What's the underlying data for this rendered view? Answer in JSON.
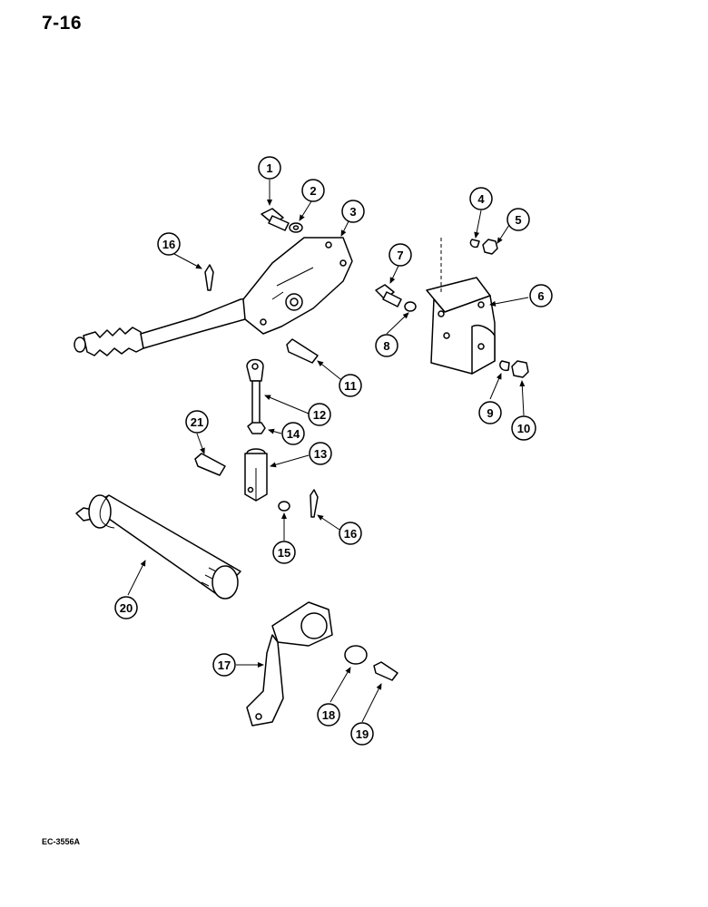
{
  "page": {
    "number": "7-16",
    "figure_code": "EC-3556A"
  },
  "callouts": [
    {
      "id": "c1",
      "label": "1"
    },
    {
      "id": "c2",
      "label": "2"
    },
    {
      "id": "c3",
      "label": "3"
    },
    {
      "id": "c4",
      "label": "4"
    },
    {
      "id": "c5",
      "label": "5"
    },
    {
      "id": "c6",
      "label": "6"
    },
    {
      "id": "c7",
      "label": "7"
    },
    {
      "id": "c8",
      "label": "8"
    },
    {
      "id": "c9",
      "label": "9"
    },
    {
      "id": "c10",
      "label": "10"
    },
    {
      "id": "c11",
      "label": "11"
    },
    {
      "id": "c12",
      "label": "12"
    },
    {
      "id": "c13",
      "label": "13"
    },
    {
      "id": "c14",
      "label": "14"
    },
    {
      "id": "c15",
      "label": "15"
    },
    {
      "id": "c16a",
      "label": "16"
    },
    {
      "id": "c16b",
      "label": "16"
    },
    {
      "id": "c17",
      "label": "17"
    },
    {
      "id": "c18",
      "label": "18"
    },
    {
      "id": "c19",
      "label": "19"
    },
    {
      "id": "c20",
      "label": "20"
    },
    {
      "id": "c21",
      "label": "21"
    }
  ]
}
